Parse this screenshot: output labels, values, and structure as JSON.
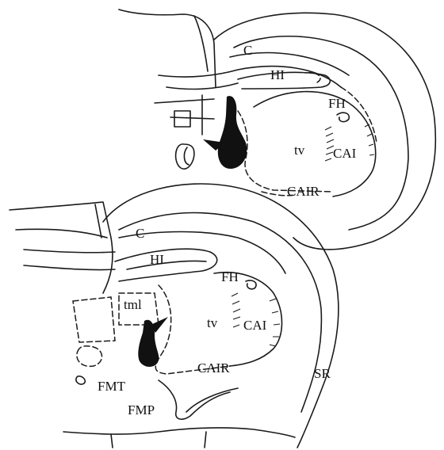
{
  "upper_section": {
    "labels": {
      "c": "C",
      "hi": "HI",
      "fh": "FH",
      "tv": "tv",
      "cai": "CAI",
      "cair": "CAIR"
    }
  },
  "lower_section": {
    "labels": {
      "c": "C",
      "hi": "HI",
      "fh": "FH",
      "tml": "tml",
      "tv": "tv",
      "cai": "CAI",
      "cair": "CAIR",
      "sr": "SR",
      "fmt": "FMT",
      "fmp": "FMP"
    }
  },
  "colors": {
    "ink": "#1a1a1a",
    "background": "#ffffff"
  }
}
